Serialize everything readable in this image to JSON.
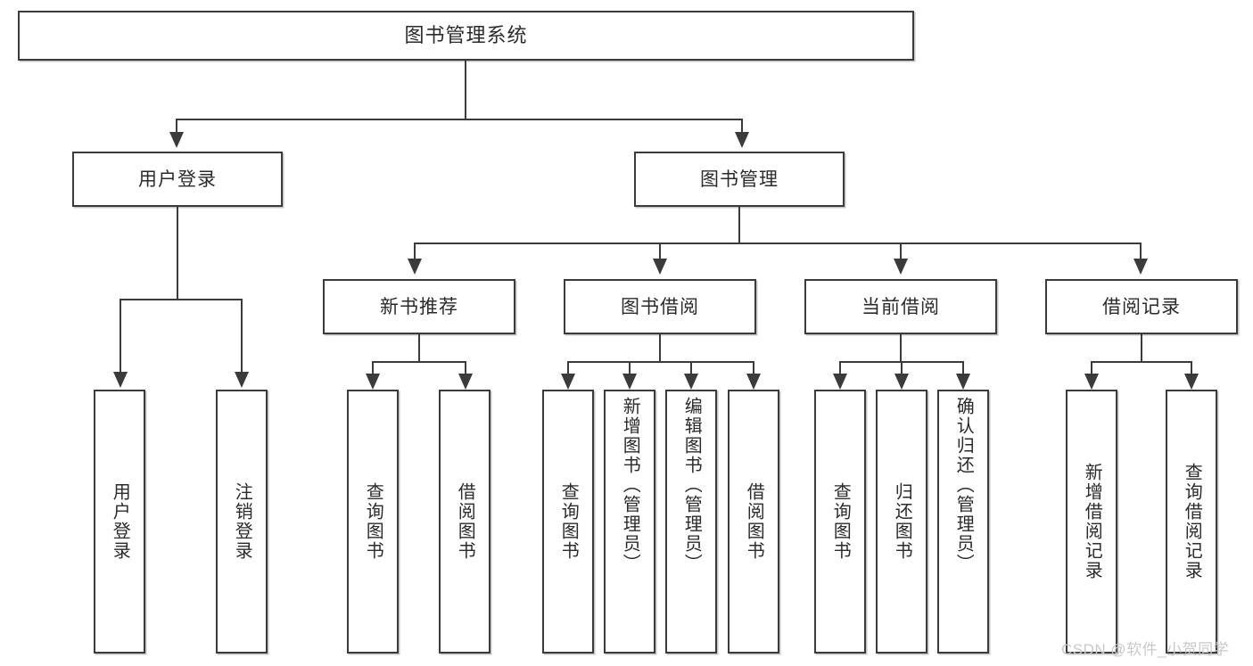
{
  "diagram": {
    "type": "tree-hierarchy",
    "title": "图书管理系统",
    "orientation": "top-down",
    "colors": {
      "box_border": "#3b3b3b",
      "box_fill": "#ffffff",
      "connector": "#3b3b3b",
      "text": "#2b2b2b",
      "watermark": "#c9c9c9",
      "background": "#ffffff"
    }
  },
  "root": {
    "label": "图书管理系统"
  },
  "level2": [
    {
      "label": "用户登录"
    },
    {
      "label": "图书管理"
    }
  ],
  "level3": [
    {
      "label": "新书推荐"
    },
    {
      "label": "图书借阅"
    },
    {
      "label": "当前借阅"
    },
    {
      "label": "借阅记录"
    }
  ],
  "leaves": {
    "user_login": [
      {
        "label": "用户登录"
      },
      {
        "label": "注销登录"
      }
    ],
    "new_book": [
      {
        "label": "查询图书"
      },
      {
        "label": "借阅图书"
      }
    ],
    "book_borrow": [
      {
        "label": "查询图书"
      },
      {
        "label": "新增图书（管理员）"
      },
      {
        "label": "编辑图书（管理员）"
      },
      {
        "label": "借阅图书"
      }
    ],
    "current_borrow": [
      {
        "label": "查询图书"
      },
      {
        "label": "归还图书"
      },
      {
        "label": "确认归还（管理员）"
      }
    ],
    "borrow_record": [
      {
        "label": "新增借阅记录"
      },
      {
        "label": "查询借阅记录"
      }
    ]
  },
  "watermark": {
    "text": "CSDN @软件_小贺同学"
  }
}
